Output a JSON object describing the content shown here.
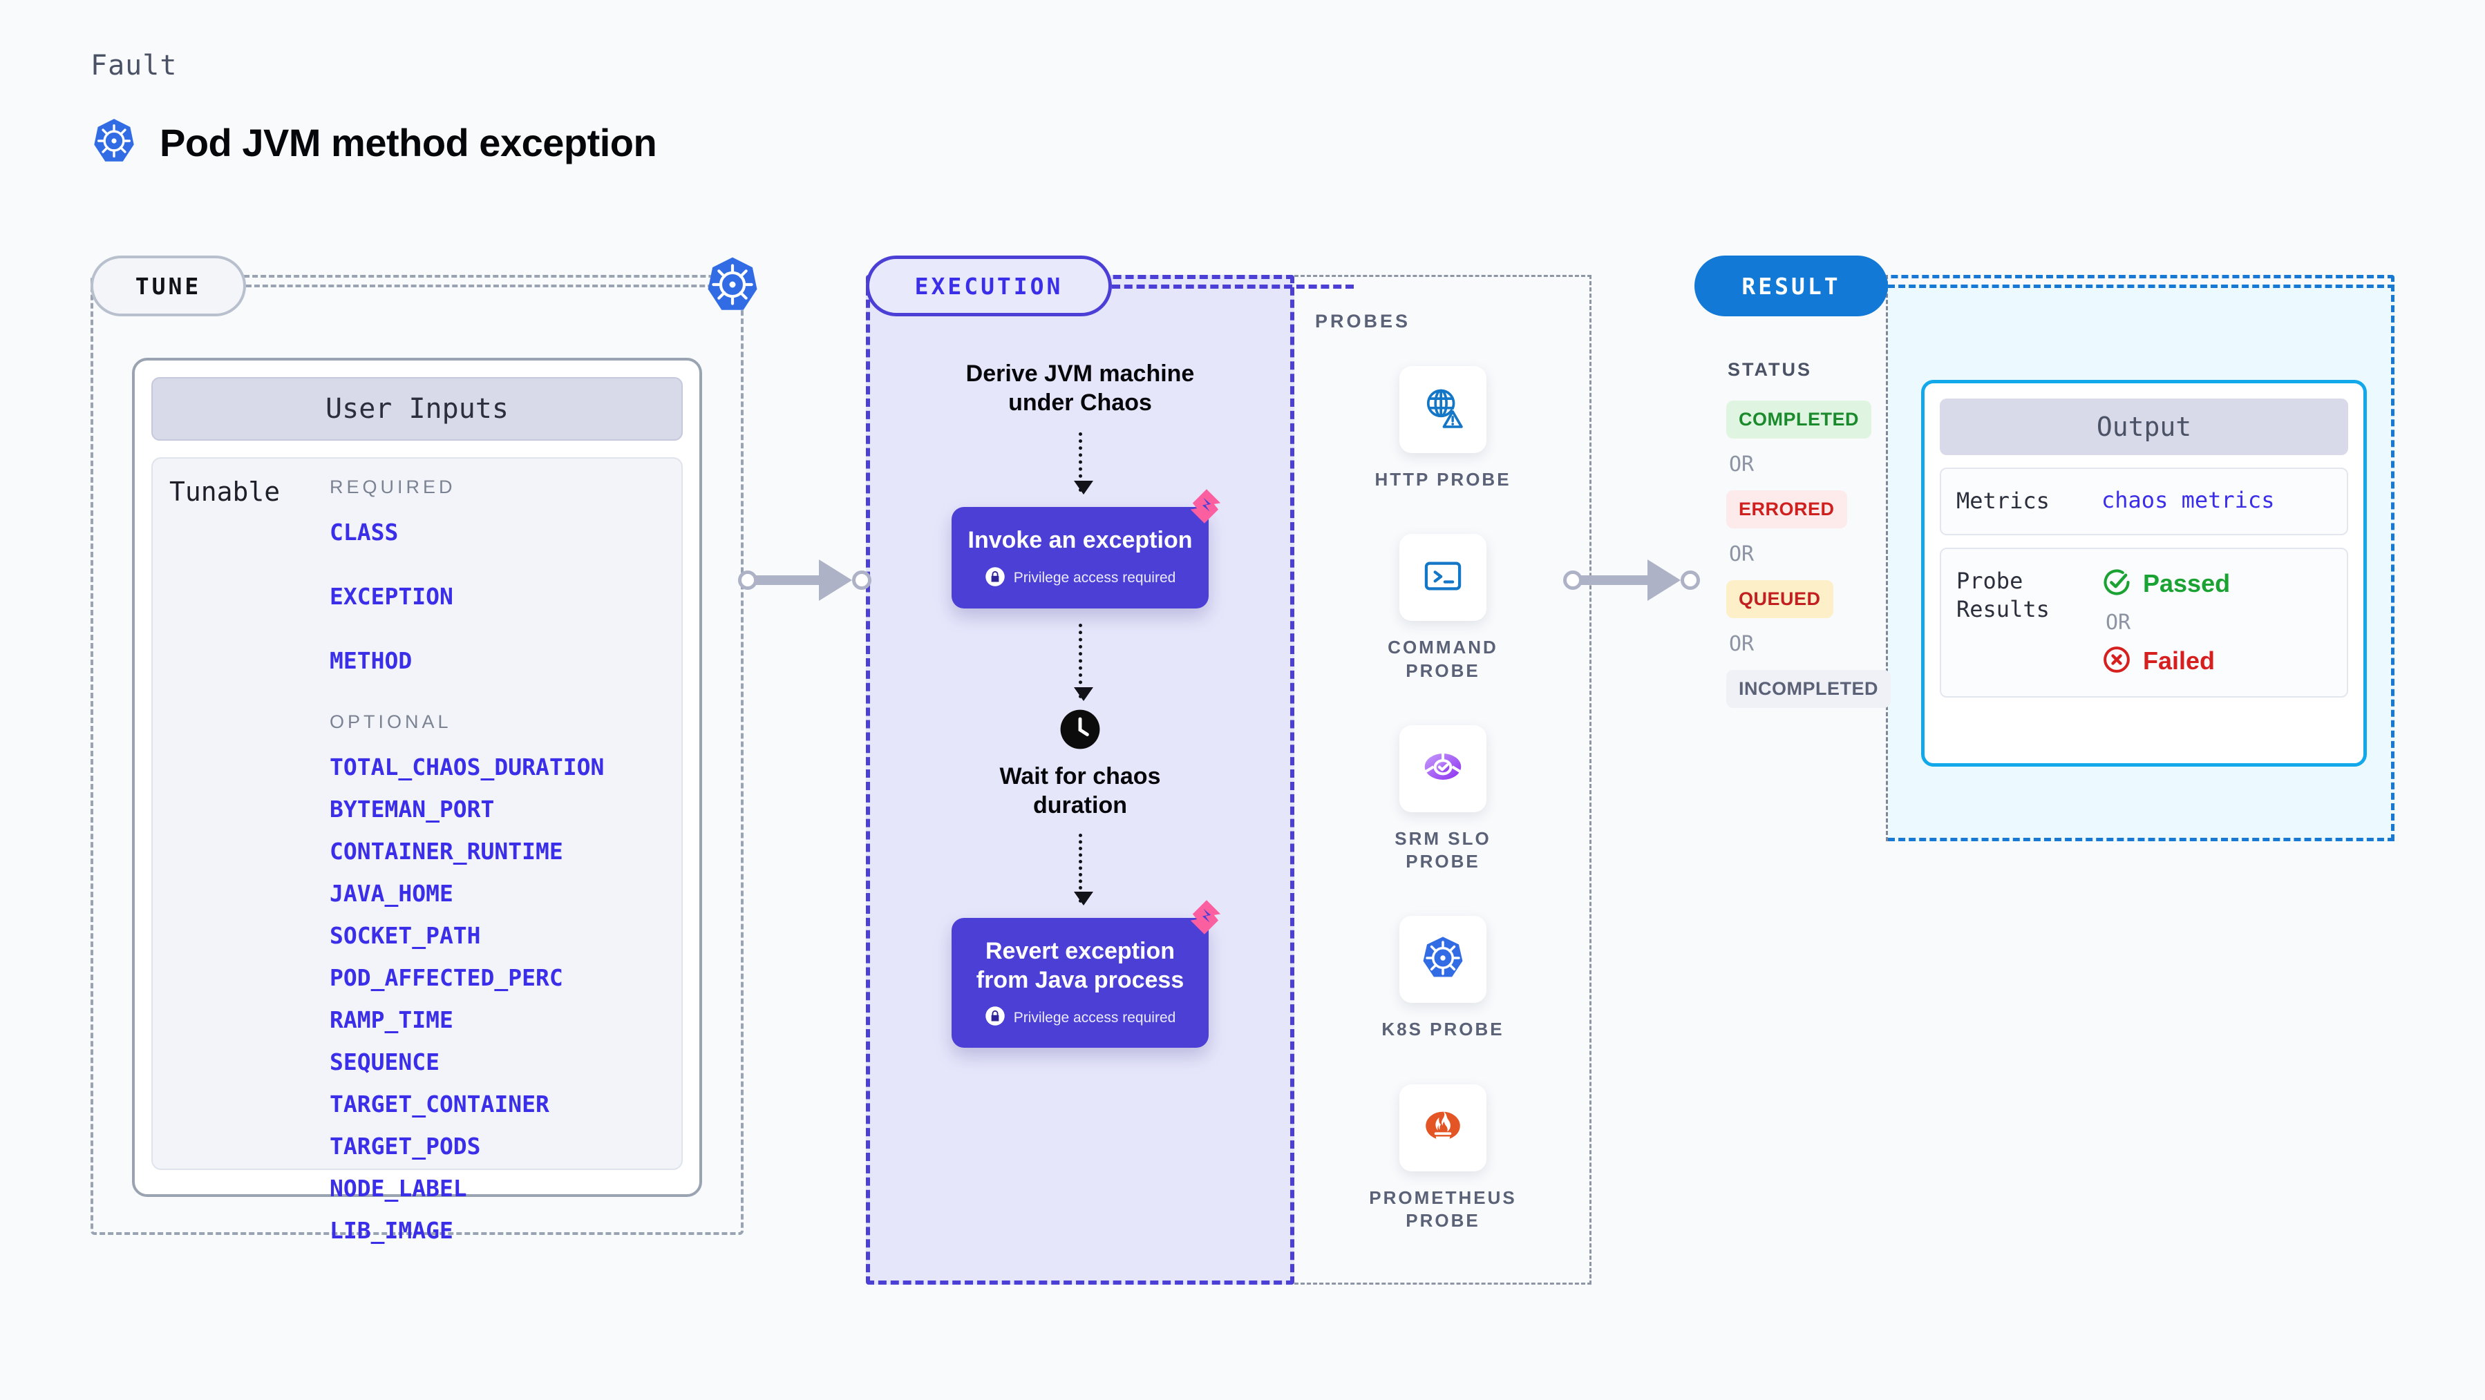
{
  "header": {
    "kicker": "Fault",
    "title": "Pod JVM method exception",
    "icon": "kubernetes-icon"
  },
  "tune": {
    "pill_label": "TUNE",
    "badge_icon": "kubernetes-icon",
    "inputs_card": {
      "header": "User Inputs",
      "row_label": "Tunable",
      "required_label": "REQUIRED",
      "required_params": [
        "CLASS",
        "EXCEPTION",
        "METHOD"
      ],
      "optional_label": "OPTIONAL",
      "optional_params": [
        "TOTAL_CHAOS_DURATION",
        "BYTEMAN_PORT",
        "CONTAINER_RUNTIME",
        "JAVA_HOME",
        "SOCKET_PATH",
        "POD_AFFECTED_PERC",
        "RAMP_TIME",
        "SEQUENCE",
        "TARGET_CONTAINER",
        "TARGET_PODS",
        "NODE_LABEL",
        "LIB_IMAGE"
      ]
    }
  },
  "execution": {
    "pill_label": "EXECUTION",
    "steps": [
      {
        "type": "label",
        "text": "Derive JVM machine\nunder Chaos"
      },
      {
        "type": "box",
        "title": "Invoke an exception",
        "privilege_note": "Privilege access required",
        "badge_icon": "litmus-icon",
        "lock_icon": "lock-icon"
      },
      {
        "type": "clock-label",
        "icon": "clock-icon",
        "text": "Wait for chaos\nduration"
      },
      {
        "type": "box",
        "title": "Revert exception\nfrom Java process",
        "privilege_note": "Privilege access required",
        "badge_icon": "litmus-icon",
        "lock_icon": "lock-icon"
      }
    ]
  },
  "probes": {
    "section_label": "PROBES",
    "items": [
      {
        "name": "HTTP PROBE",
        "icon": "globe-warning-icon"
      },
      {
        "name": "COMMAND\nPROBE",
        "icon": "terminal-icon"
      },
      {
        "name": "SRM SLO\nPROBE",
        "icon": "srm-slo-gauge-icon"
      },
      {
        "name": "K8S PROBE",
        "icon": "kubernetes-icon"
      },
      {
        "name": "PROMETHEUS\nPROBE",
        "icon": "prometheus-flame-icon"
      }
    ]
  },
  "result": {
    "pill_label": "RESULT",
    "status_label": "STATUS",
    "or_label": "OR",
    "statuses": [
      {
        "label": "COMPLETED",
        "bg": "#dff5e1",
        "fg": "#1a8a2c"
      },
      {
        "label": "ERRORED",
        "bg": "#fdeaea",
        "fg": "#cf2020"
      },
      {
        "label": "QUEUED",
        "bg": "#fdf0c9",
        "fg": "#c22020"
      },
      {
        "label": "INCOMPLETED",
        "bg": "#f0f1f6",
        "fg": "#5b6277"
      }
    ],
    "output": {
      "header": "Output",
      "metrics_key": "Metrics",
      "metrics_value": "chaos metrics",
      "probe_results_key": "Probe\nResults",
      "passed_label": "Passed",
      "passed_icon": "check-circle-icon",
      "or_label": "OR",
      "failed_label": "Failed",
      "failed_icon": "x-circle-icon"
    }
  },
  "colors": {
    "page_bg": "#f8fafc",
    "accent_indigo": "#4b3fd6",
    "param_blue": "#3b2ee8",
    "result_blue": "#1279d6",
    "output_cyan": "#12a8ea",
    "litmus_pink": "#fb5fa0",
    "k8s_blue": "#326ce5",
    "prometheus_orange": "#e35525",
    "pass_green": "#1aa233",
    "fail_red": "#d61f1f"
  }
}
